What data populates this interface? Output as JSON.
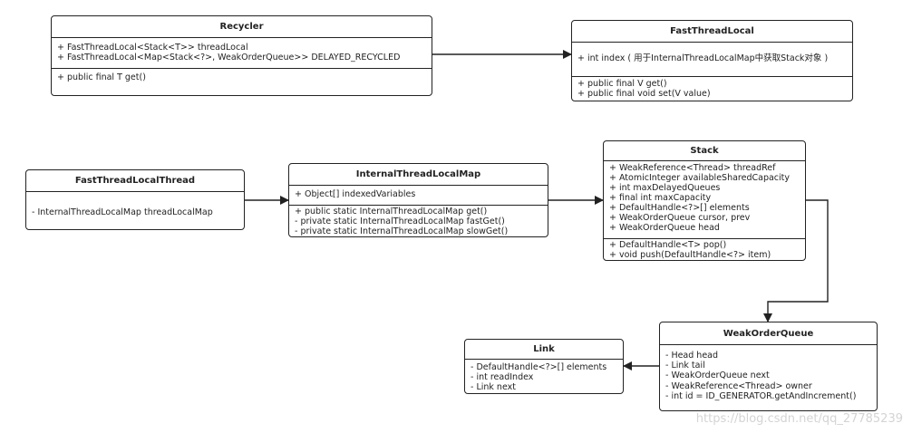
{
  "classes": {
    "recycler": {
      "title": "Recycler",
      "fields": [
        "+ FastThreadLocal<Stack<T>> threadLocal",
        "+ FastThreadLocal<Map<Stack<?>, WeakOrderQueue>> DELAYED_RECYCLED"
      ],
      "methods": [
        "+ public final T get()"
      ]
    },
    "fast_thread_local": {
      "title": "FastThreadLocal",
      "fields": [
        "+ int index ( 用于InternalThreadLocalMap中获取Stack对象 )"
      ],
      "methods": [
        "+ public final V get()",
        "+ public final void set(V value)"
      ]
    },
    "fast_thread_local_thread": {
      "title": "FastThreadLocalThread",
      "fields": [
        "- InternalThreadLocalMap threadLocalMap"
      ]
    },
    "internal_thread_local_map": {
      "title": "InternalThreadLocalMap",
      "fields": [
        "+ Object[] indexedVariables"
      ],
      "methods": [
        "+ public static InternalThreadLocalMap get()",
        "-  private static InternalThreadLocalMap fastGet()",
        "-  private static InternalThreadLocalMap slowGet()"
      ]
    },
    "stack": {
      "title": "Stack",
      "fields": [
        "+ WeakReference<Thread> threadRef",
        "+ AtomicInteger availableSharedCapacity",
        "+ int maxDelayedQueues",
        "+ final int maxCapacity",
        "+ DefaultHandle<?>[] elements",
        "+ WeakOrderQueue cursor, prev",
        "+ WeakOrderQueue head"
      ],
      "methods": [
        "+ DefaultHandle<T> pop()",
        "+ void push(DefaultHandle<?> item)"
      ]
    },
    "weak_order_queue": {
      "title": "WeakOrderQueue",
      "fields": [
        "- Head head",
        "- Link tail",
        "- WeakOrderQueue next",
        "- WeakReference<Thread> owner",
        "- int id = ID_GENERATOR.getAndIncrement()"
      ]
    },
    "link": {
      "title": "Link",
      "fields": [
        "- DefaultHandle<?>[] elements",
        "- int readIndex",
        "- Link next"
      ]
    }
  },
  "watermark": "https://blog.csdn.net/qq_27785239"
}
